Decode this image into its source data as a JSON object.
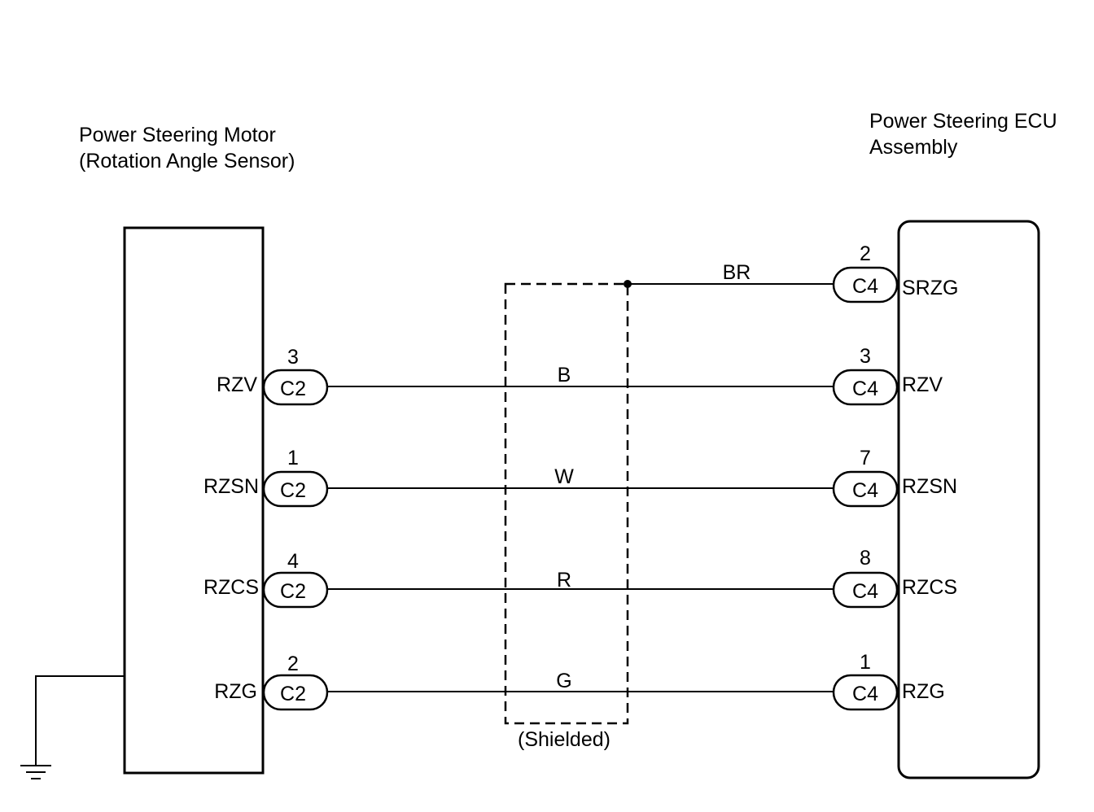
{
  "left_component": {
    "title_line1": "Power Steering Motor",
    "title_line2": "(Rotation Angle Sensor)",
    "connector": "C2"
  },
  "right_component": {
    "title_line1": "Power Steering ECU",
    "title_line2": "Assembly",
    "connector": "C4"
  },
  "shield_label": "(Shielded)",
  "shield_wire": {
    "color": "BR",
    "pin": "2",
    "connector": "C4",
    "terminal": "SRZG"
  },
  "wires": [
    {
      "left_terminal": "RZV",
      "left_pin": "3",
      "left_connector": "C2",
      "color": "B",
      "right_pin": "3",
      "right_connector": "C4",
      "right_terminal": "RZV"
    },
    {
      "left_terminal": "RZSN",
      "left_pin": "1",
      "left_connector": "C2",
      "color": "W",
      "right_pin": "7",
      "right_connector": "C4",
      "right_terminal": "RZSN"
    },
    {
      "left_terminal": "RZCS",
      "left_pin": "4",
      "left_connector": "C2",
      "color": "R",
      "right_pin": "8",
      "right_connector": "C4",
      "right_terminal": "RZCS"
    },
    {
      "left_terminal": "RZG",
      "left_pin": "2",
      "left_connector": "C2",
      "color": "G",
      "right_pin": "1",
      "right_connector": "C4",
      "right_terminal": "RZG"
    }
  ]
}
